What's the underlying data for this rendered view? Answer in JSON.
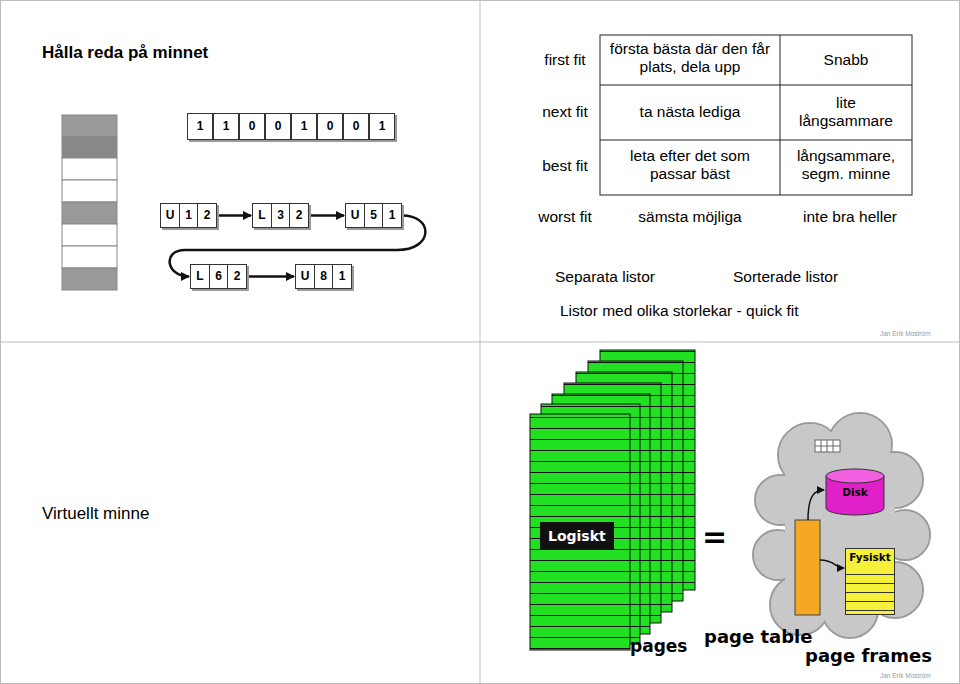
{
  "diagram": {
    "title": "Hålla reda på minnet",
    "nodes": [
      {
        "text": [
          "1"
        ]
      },
      {
        "text": [
          "1"
        ]
      },
      {
        "text": [
          "0"
        ]
      },
      {
        "text": [
          "0"
        ]
      },
      {
        "text": [
          "1"
        ]
      },
      {
        "text": [
          "0"
        ]
      },
      {
        "text": [
          "0"
        ]
      },
      {
        "text": [
          "1"
        ]
      },
      {
        "text": [
          "U",
          "1",
          "2"
        ]
      },
      {
        "text": [
          "L",
          "3",
          "2"
        ]
      },
      {
        "text": [
          "U",
          "5",
          "1"
        ]
      },
      {
        "text": [
          "L",
          "6",
          "2"
        ]
      },
      {
        "text": [
          "U",
          "8",
          "1"
        ]
      },
      {
        "text": [
          "Logiskt"
        ]
      },
      {
        "text": [
          "Disk"
        ]
      },
      {
        "text": [
          "Fysiskt"
        ]
      }
    ],
    "edges": [
      {
        "from": 8,
        "to": 9,
        "arrow": "to"
      },
      {
        "from": 9,
        "to": 10,
        "arrow": "to"
      },
      {
        "from": 10,
        "to": 11,
        "arrow": "to"
      },
      {
        "from": 11,
        "to": 12,
        "arrow": "to"
      }
    ],
    "labels": [
      "first fit",
      "första bästa där den får plats, dela upp",
      "Snabb",
      "next fit",
      "ta nästa lediga",
      "lite långsammare",
      "best fit",
      "leta efter det som passar bäst",
      "långsammare, segm. minne",
      "worst fit",
      "sämsta möjliga",
      "inte bra heller",
      "Separata listor",
      "Sorterade listor",
      "Listor med olika storlekar - quick fit",
      "Jan Erik Moström",
      "Virtuellt minne",
      "=",
      "pages",
      "page table",
      "page frames",
      "Jan Erik Moström"
    ]
  }
}
